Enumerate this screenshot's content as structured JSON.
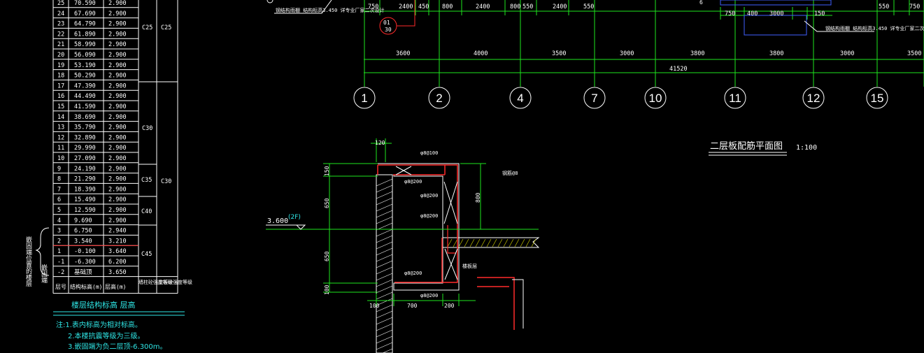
{
  "floor_table": {
    "title": "楼层结构标高 层高",
    "header": [
      "层号",
      "结构标高(m)",
      "层高(m)",
      "墙柱砼强度等级",
      "梁板砼强度等级"
    ],
    "rows": [
      [
        "25",
        "70.590",
        "2.900"
      ],
      [
        "24",
        "67.690",
        "2.900"
      ],
      [
        "23",
        "64.790",
        "2.900"
      ],
      [
        "22",
        "61.890",
        "2.900"
      ],
      [
        "21",
        "58.990",
        "2.900"
      ],
      [
        "20",
        "56.090",
        "2.900"
      ],
      [
        "19",
        "53.190",
        "2.900"
      ],
      [
        "18",
        "50.290",
        "2.900"
      ],
      [
        "17",
        "47.390",
        "2.900"
      ],
      [
        "16",
        "44.490",
        "2.900"
      ],
      [
        "15",
        "41.590",
        "2.900"
      ],
      [
        "14",
        "38.690",
        "2.900"
      ],
      [
        "13",
        "35.790",
        "2.900"
      ],
      [
        "12",
        "32.890",
        "2.900"
      ],
      [
        "11",
        "29.990",
        "2.900"
      ],
      [
        "10",
        "27.090",
        "2.900"
      ],
      [
        "9",
        "24.190",
        "2.900"
      ],
      [
        "8",
        "21.290",
        "2.900"
      ],
      [
        "7",
        "18.390",
        "2.900"
      ],
      [
        "6",
        "15.490",
        "2.900"
      ],
      [
        "5",
        "12.590",
        "2.900"
      ],
      [
        "4",
        "9.690",
        "2.900"
      ],
      [
        "3",
        "6.750",
        "2.940"
      ],
      [
        "2",
        "3.540",
        "3.210"
      ],
      [
        "1",
        "-0.100",
        "3.640"
      ],
      [
        "-1",
        "-6.300",
        "6.200"
      ],
      [
        "-2",
        "基础顶",
        "3.650"
      ]
    ],
    "wall_grades": [
      "C25",
      "C30",
      "C35",
      "C40",
      "C45"
    ],
    "beam_grades": [
      "C25",
      "C30"
    ],
    "side_label_1": "嵌固端位置的楼层",
    "side_label_2": "嵌固端",
    "notes": [
      "注:1.表内标高为相对标高。",
      "2.本楼抗震等级为三级。",
      "3.嵌固端为负二层顶-6.300m。"
    ]
  },
  "plan": {
    "top_dims": [
      "750",
      "2400",
      "450",
      "800",
      "2400",
      "800",
      "550",
      "2400",
      "550"
    ],
    "top_dims_right": [
      "750",
      "400",
      "3000",
      "150",
      "550",
      "750"
    ],
    "callout_text": "钢结构雨棚 结构标高3.450 详专业厂家二次设计",
    "callout_text_right": "钢结构雨棚 结构标高3.450 详专业厂家二次设计",
    "callout_code": [
      "01",
      "30"
    ],
    "span_dims": [
      "3600",
      "4000",
      "3500",
      "3000",
      "3800",
      "3800",
      "3000",
      "3500"
    ],
    "total_dim": "41520",
    "axes": [
      "1",
      "2",
      "4",
      "7",
      "10",
      "11",
      "12",
      "15"
    ],
    "top_tick": "6",
    "title": "二层板配筋平面图",
    "scale": "1:100"
  },
  "section": {
    "dim_top": "120",
    "level_label": "3.600",
    "level_tag": "(2F)",
    "left_dims": [
      "150",
      "650",
      "650",
      "100"
    ],
    "right_dim": "800",
    "bottom_dims": [
      "100",
      "700",
      "200"
    ],
    "rebar": [
      "φ8@100",
      "φ8@200",
      "φ8@200",
      "φ8@200",
      "φ8@200",
      "φ8@200"
    ],
    "note_tr": "钢筋@8",
    "note_slab": "楼板层"
  },
  "colors": {
    "line_green": "#1ee61e",
    "text": "#ffffff",
    "cyan": "#2fe6e6",
    "red": "#ff2a2a",
    "blue": "#3f5fff"
  }
}
